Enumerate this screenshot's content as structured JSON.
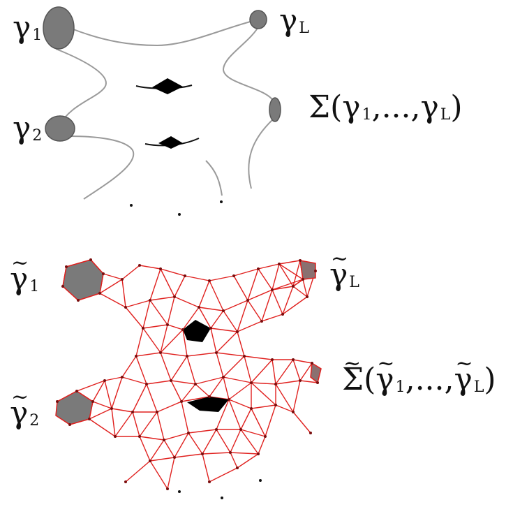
{
  "top": {
    "gamma1": {
      "sym": "γ",
      "sub": "1"
    },
    "gamma2": {
      "sym": "γ",
      "sub": "2"
    },
    "gammaL": {
      "sym": "γ",
      "sub": "L"
    },
    "surface": {
      "prefix": "Σ(",
      "g1": "γ",
      "s1": "1",
      "mid": ",...,",
      "gL": "γ",
      "sL": "L",
      "suffix": ")"
    },
    "dots": "· · ·"
  },
  "bottom": {
    "gamma1": {
      "sym": "γ",
      "sub": "1"
    },
    "gamma2": {
      "sym": "γ",
      "sub": "2"
    },
    "gammaL": {
      "sym": "γ",
      "sub": "L"
    },
    "surface": {
      "prefix": "Σ(",
      "g1": "γ",
      "s1": "1",
      "mid": ",...,",
      "gL": "γ",
      "sL": "L",
      "suffix": ")"
    },
    "dots": "· · ·"
  },
  "colors": {
    "mesh": "#e0201e",
    "disk": "#7a7a7a",
    "hole": "#000000",
    "curve": "#9a9a9a"
  }
}
